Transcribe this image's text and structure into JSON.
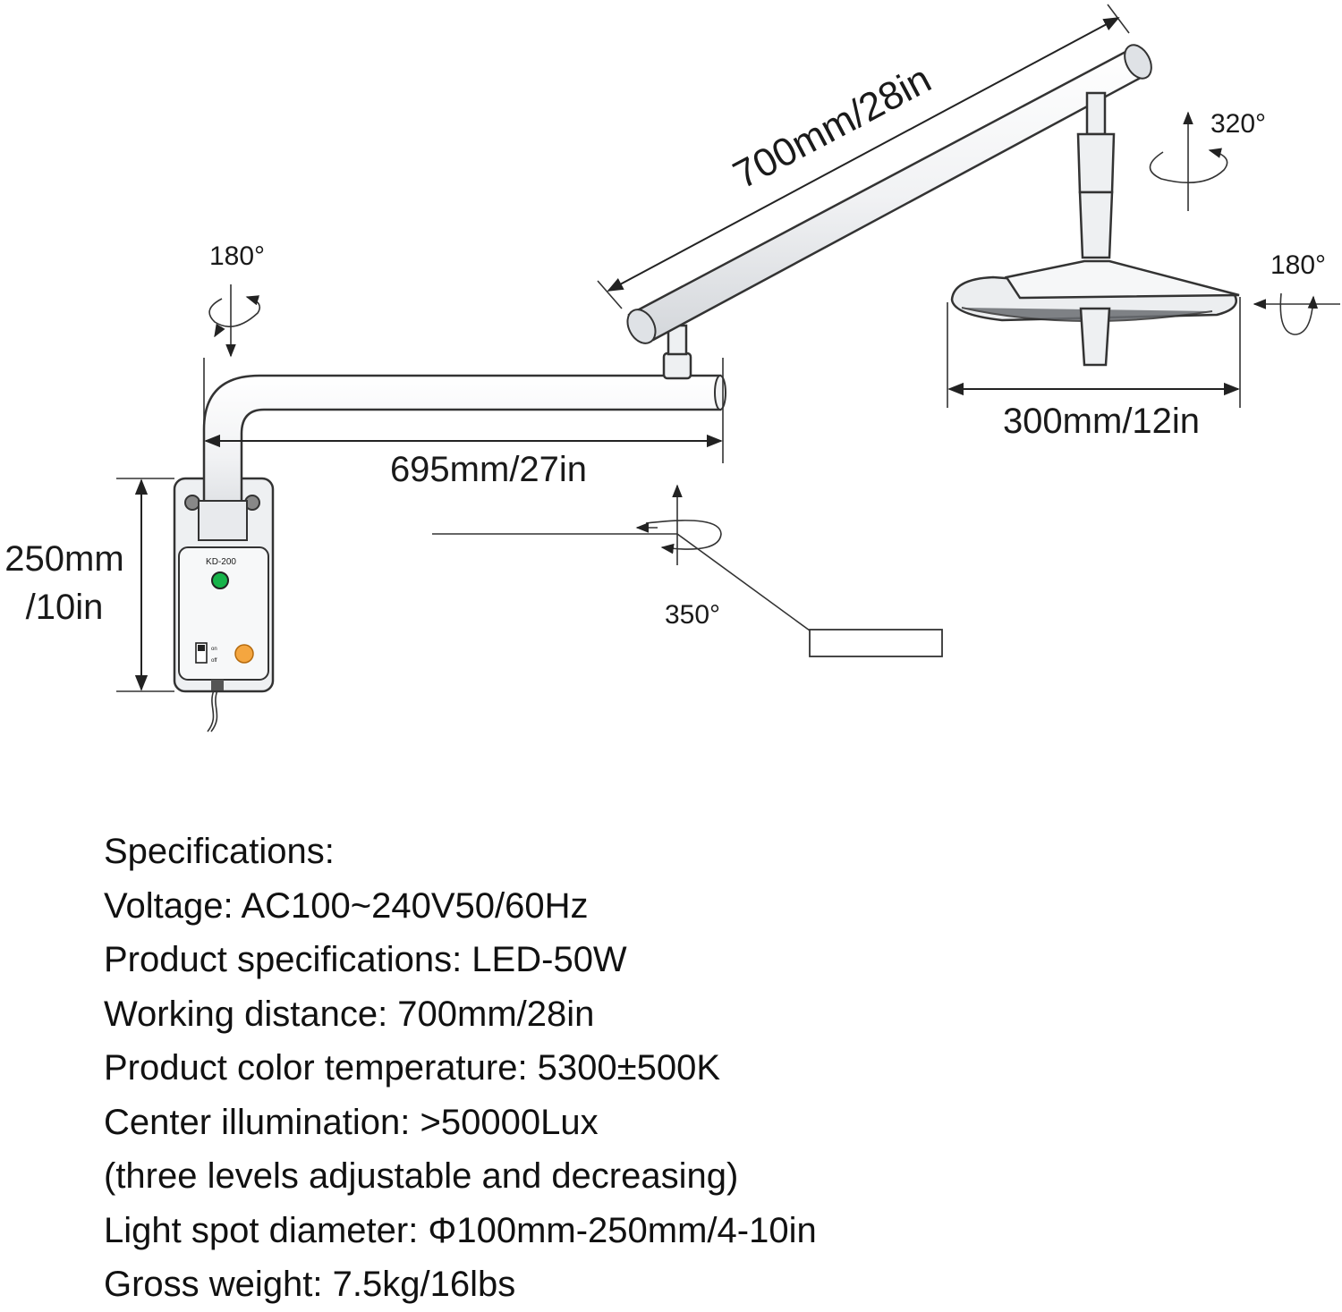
{
  "dimensions": {
    "upper_arm": "700mm/28in",
    "lower_arm": "695mm/27in",
    "lamp_head": "300mm/12in",
    "mount_height_line1": "250mm",
    "mount_height_line2": "/10in"
  },
  "rotations": {
    "base": "180°",
    "joint": "350°",
    "head_vertical": "320°",
    "head_tilt": "180°"
  },
  "device": {
    "model": "KD-200",
    "switch_on": "on",
    "switch_off": "off"
  },
  "specifications": [
    "Specifications:",
    "Voltage: AC100~240V50/60Hz",
    "Product specifications: LED-50W",
    "Working distance: 700mm/28in",
    "Product color temperature: 5300±500K",
    "Center illumination: >50000Lux",
    "(three levels adjustable and decreasing)",
    "Light spot diameter: Φ100mm-250mm/4-10in",
    "Gross weight: 7.5kg/16lbs"
  ]
}
